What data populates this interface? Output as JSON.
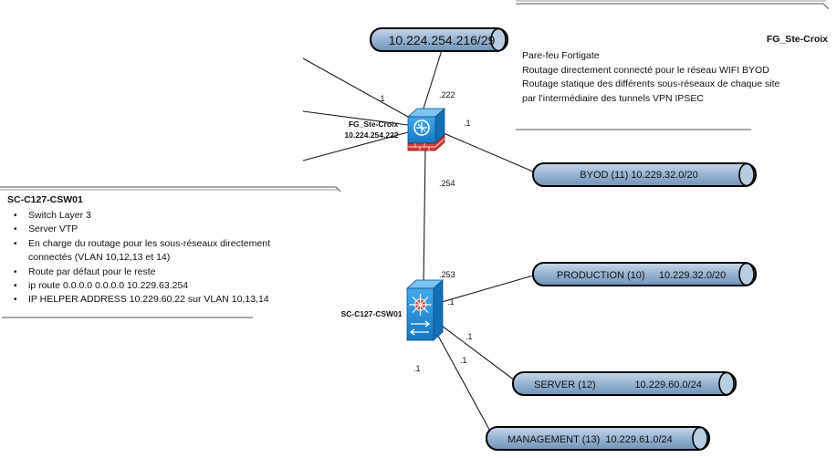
{
  "networks": {
    "wan": "10.224.254.216/29",
    "byod": "BYOD (11) 10.229.32.0/20",
    "production": "PRODUCTION (10)     10.229.32.0/20",
    "server": "SERVER (12)              10.229.60.0/24",
    "management": "MANAGEMENT (13)  10.229.61.0/24"
  },
  "devices": {
    "firewall": {
      "name": "FG_Ste-Croix",
      "ip": "10.224.254.222"
    },
    "switch": {
      "name": "SC-C127-CSW01"
    }
  },
  "link_labels": {
    "fw_wan": ".222",
    "left_link": ".1",
    "fw_byod": ".1",
    "fw_switch": ".254",
    "sw_fw": ".253",
    "sw_production": ".1",
    "sw_server": ".1",
    "sw_management": ".1",
    "sw_left": ".1"
  },
  "firewall_note": {
    "title": "FG_Ste-Croix",
    "lines": [
      "Pare-feu Fortigate",
      "Routage directement connecté pour le réseau WIFI BYOD",
      "Routage statique des différents sous-réseaux de chaque site",
      "par l’intermédiaire des tunnels VPN IPSEC"
    ]
  },
  "switch_note": {
    "title": "SC-C127-CSW01",
    "bullets": [
      "Switch Layer 3",
      "Server VTP",
      "En charge du routage pour les sous-réseaux directement",
      "Route par défaut pour le reste",
      "ip route 0.0.0.0 0.0.0.0 10.229.63.254",
      "IP HELPER ADDRESS 10.229.60.22 sur VLAN 10,13,14"
    ],
    "continuation": "connectés (VLAN 10,12,13 et 14)"
  },
  "colors": {
    "pipe_fill": "#9bb7d4",
    "pipe_stroke": "#000000",
    "device_blue": "#1f8ed6",
    "firewall_brick": "#cc2f2f"
  },
  "icons": {
    "firewall": "firewall-icon",
    "switch": "layer3-switch-icon"
  }
}
